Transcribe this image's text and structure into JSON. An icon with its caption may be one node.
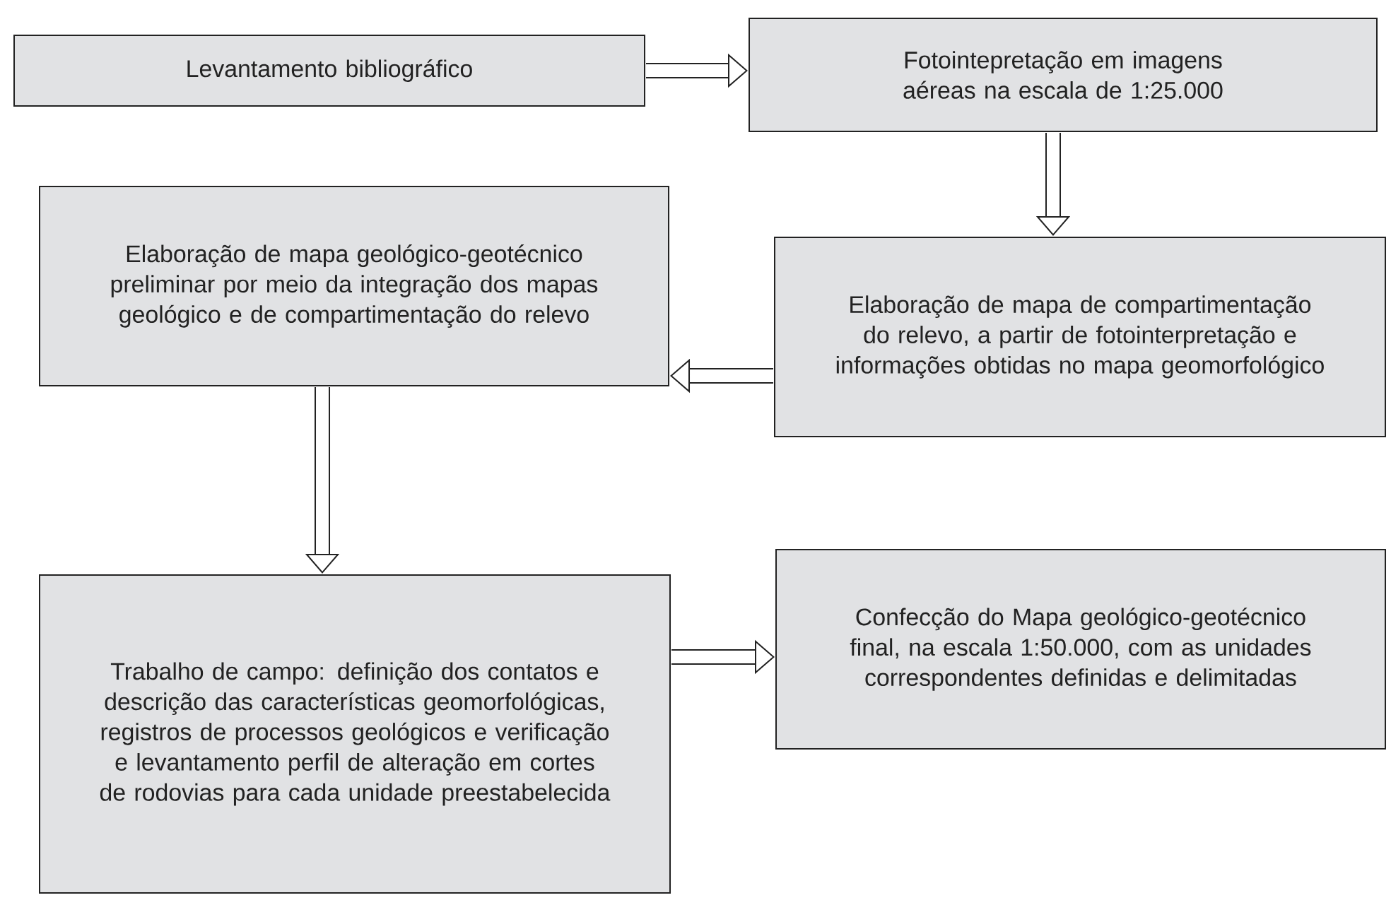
{
  "diagram": {
    "nodes": [
      {
        "text": [
          "Levantamento bibliográfico"
        ]
      },
      {
        "text": [
          "Fotointepretação em imagens aéreas na escala de 1:25.000"
        ]
      },
      {
        "text": [
          "Elaboração de mapa geológico-geotécnico preliminar por meio da integração dos mapas geológico e de compartimentação do relevo"
        ]
      },
      {
        "text": [
          "Elaboração de mapa de compartimentação do relevo, a partir de fotointerpretação e informações obtidas no mapa geomorfológico"
        ]
      },
      {
        "text": [
          "Trabalho de campo: definição dos contatos e descrição das características geomorfológicas, registros de processos geológicos e verificação e levantamento perfil de alteração em cortes de rodovias para cada unidade preestabelecida"
        ]
      },
      {
        "text": [
          "Confecção do Mapa geológico-geotécnico final, na escala 1:50.000, com as unidades correspondentes definidas e delimitadas"
        ]
      }
    ],
    "edges": [
      {
        "from": 0,
        "to": 1,
        "arrow": "to"
      },
      {
        "from": 1,
        "to": 3,
        "arrow": "to"
      },
      {
        "from": 3,
        "to": 2,
        "arrow": "to"
      },
      {
        "from": 2,
        "to": 4,
        "arrow": "to"
      },
      {
        "from": 4,
        "to": 5,
        "arrow": "to"
      }
    ]
  }
}
